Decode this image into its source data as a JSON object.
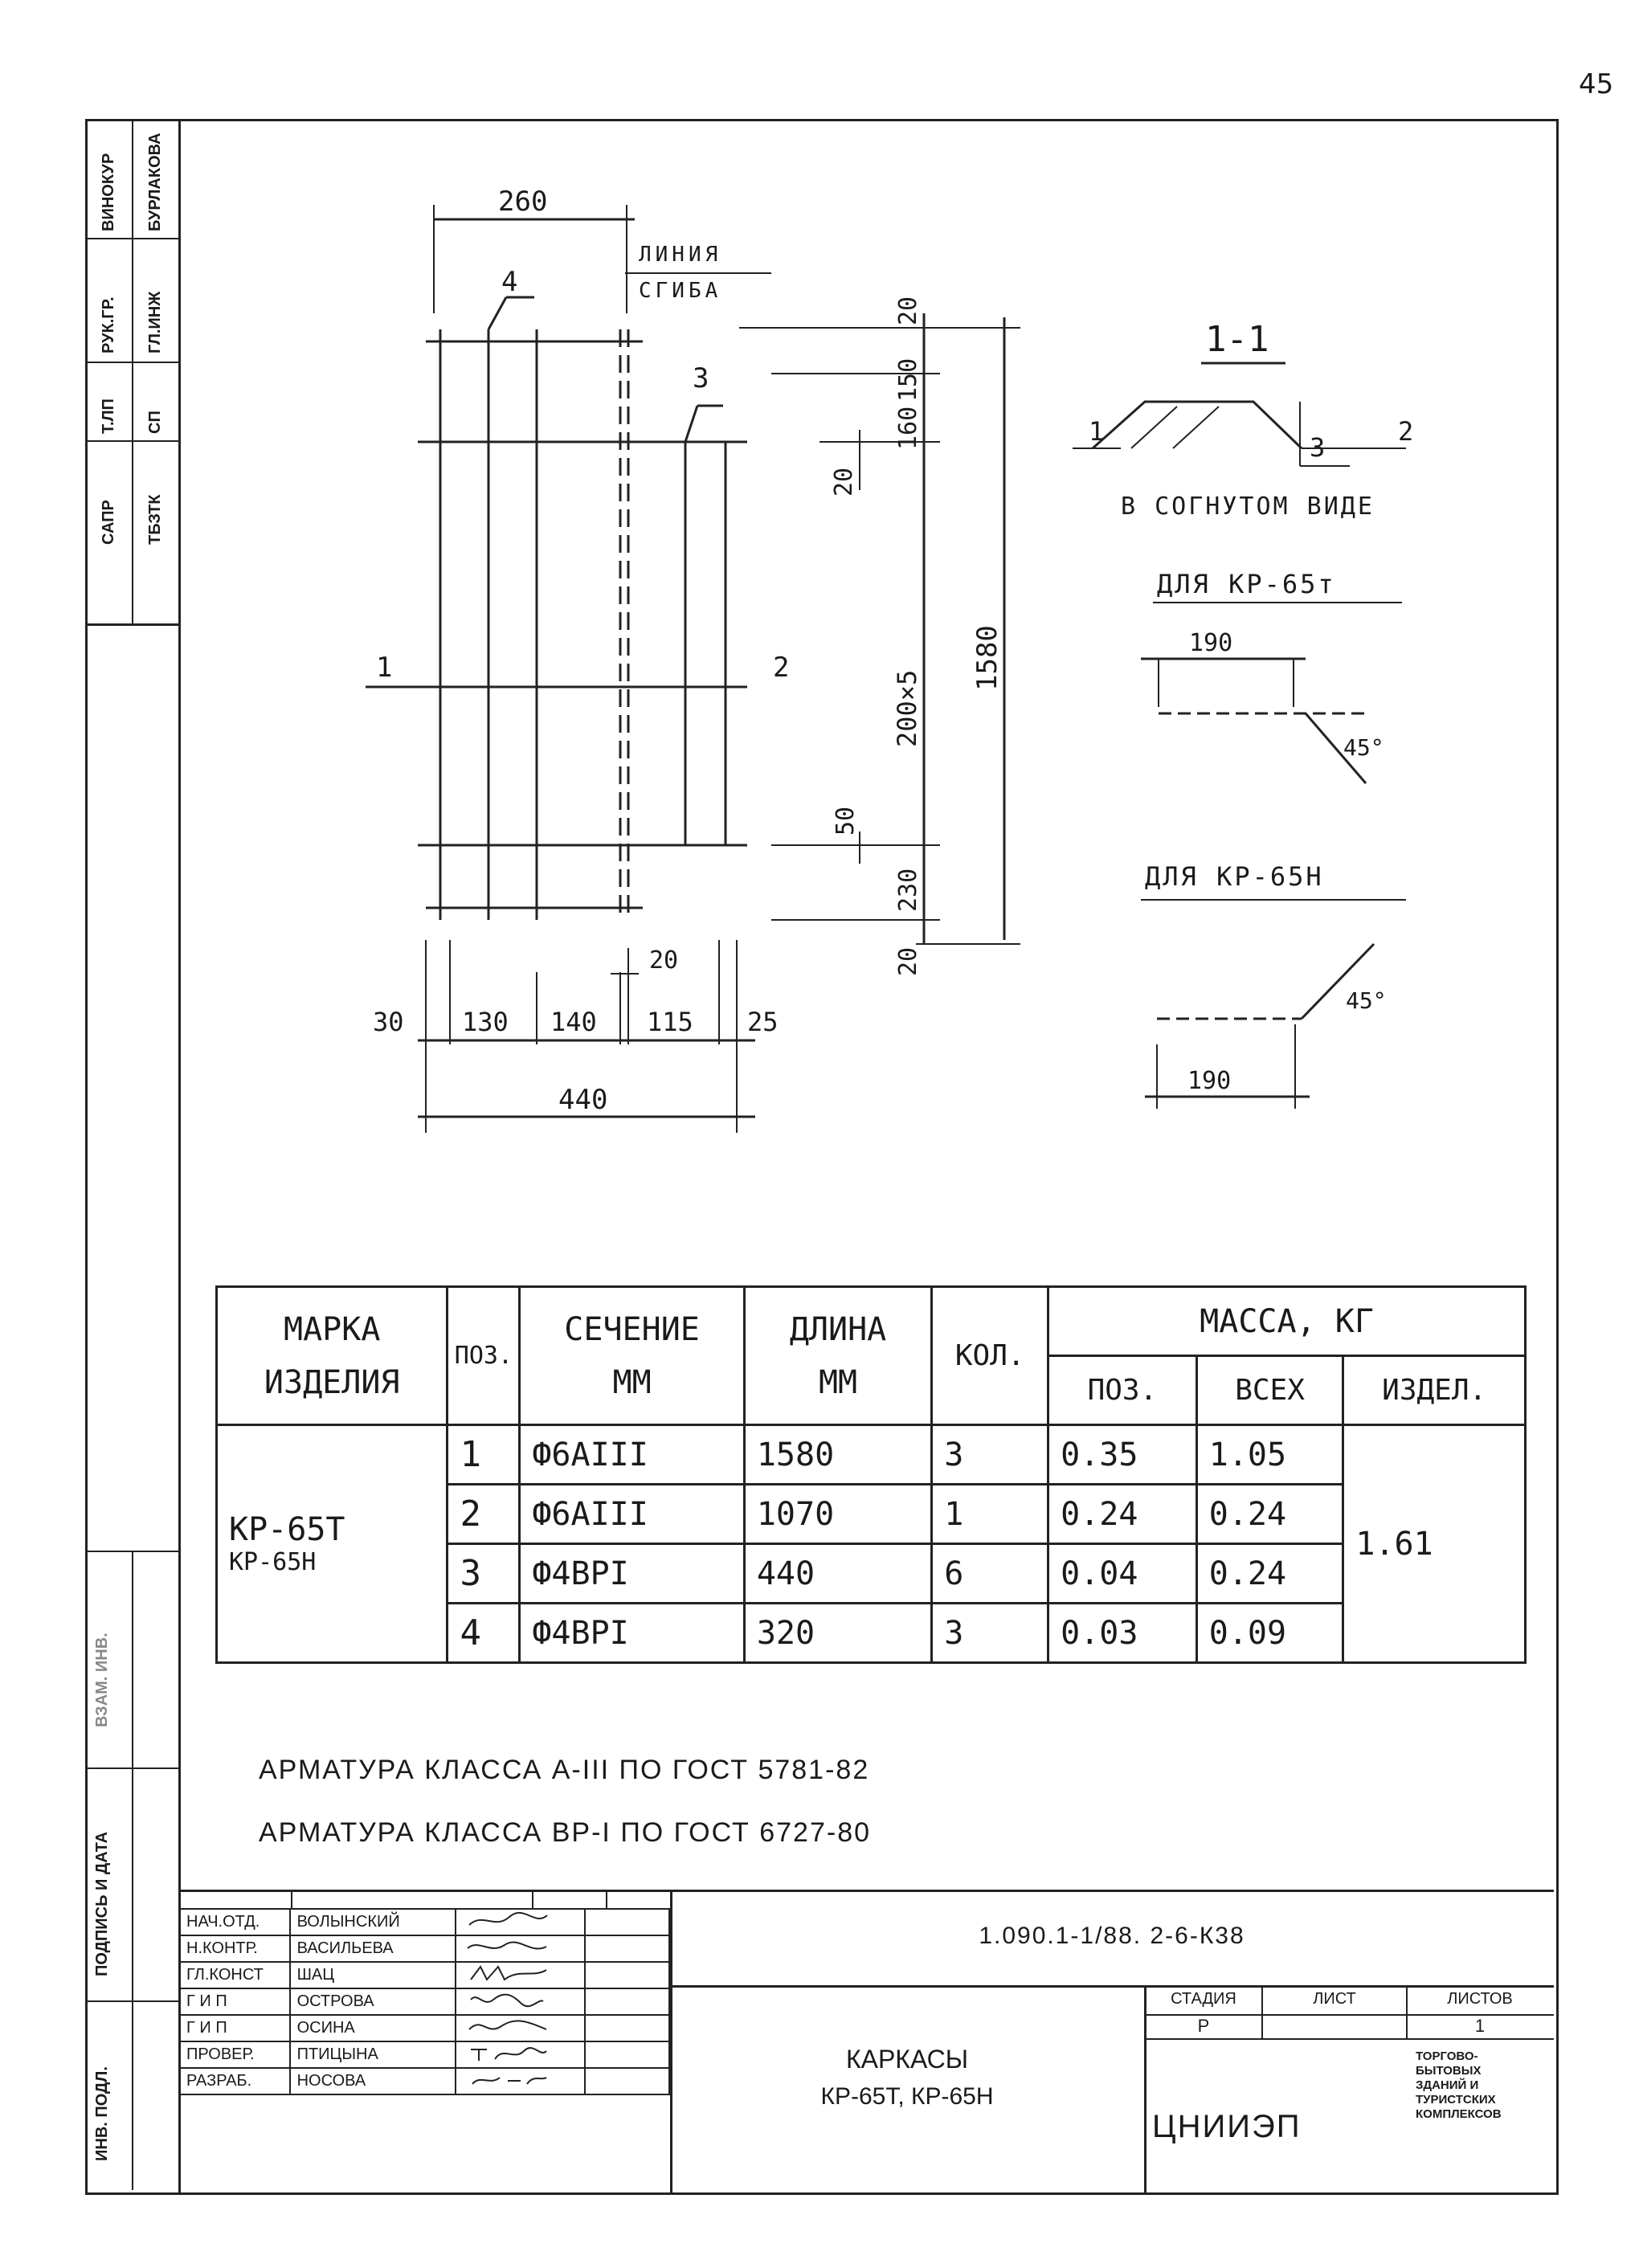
{
  "page_number": "45",
  "side_stamp": {
    "headers": [
      "ВИНОКУР",
      "РУК.ГР.",
      "Т.ЛП",
      "САПР"
    ],
    "values": [
      "БУРЛАКОВА",
      "ГЛ.ИНЖ",
      "СП",
      "ТБЗТК"
    ]
  },
  "left_margin_labels": [
    "ИНВ. ПОДЛ.",
    "ПОДПИСЬ И ДАТА",
    "ВЗАМ. ИНВ."
  ],
  "drawing": {
    "dims_top": [
      "260",
      "4",
      "3"
    ],
    "bend_line_label": [
      "ЛИНИЯ",
      "СГИБА"
    ],
    "positions": [
      "1",
      "2"
    ],
    "dims_bottom": [
      "30",
      "130",
      "140",
      "115",
      "25",
      "20",
      "440"
    ],
    "dims_vertical_inner": [
      "20",
      "50"
    ],
    "dims_vertical_right": [
      "20",
      "150",
      "160",
      "200×5",
      "230",
      "20",
      "1580"
    ]
  },
  "section": {
    "title": "1-1",
    "labels": [
      "1",
      "3",
      "2"
    ],
    "caption": "В СОГНУТОМ ВИДЕ",
    "variant_t_title": "ДЛЯ КР-65т",
    "variant_t_dim": "190",
    "variant_t_angle": "45°",
    "variant_n_title": "ДЛЯ КР-65Н",
    "variant_n_dim": "190",
    "variant_n_angle": "45°"
  },
  "spec_table": {
    "header": {
      "mark": [
        "МАРКА",
        "ИЗДЕЛИЯ"
      ],
      "pos": "ПОЗ.",
      "section": [
        "СЕЧЕНИЕ",
        "ММ"
      ],
      "length": [
        "ДЛИНА",
        "ММ"
      ],
      "qty": "КОЛ.",
      "mass": "МАССА, КГ",
      "mass_pos": "ПОЗ.",
      "mass_all": "ВСЕХ",
      "mass_item": "ИЗДЕЛ."
    },
    "mark": [
      "КР-65Т",
      "КР-65Н"
    ],
    "item_mass": "1.61",
    "rows": [
      {
        "pos": "1",
        "section": "Ф6АIII",
        "length": "1580",
        "qty": "3",
        "mass_pos": "0.35",
        "mass_all": "1.05"
      },
      {
        "pos": "2",
        "section": "Ф6АIII",
        "length": "1070",
        "qty": "1",
        "mass_pos": "0.24",
        "mass_all": "0.24"
      },
      {
        "pos": "3",
        "section": "Ф4ВРI",
        "length": "440",
        "qty": "6",
        "mass_pos": "0.04",
        "mass_all": "0.24"
      },
      {
        "pos": "4",
        "section": "Ф4ВРI",
        "length": "320",
        "qty": "3",
        "mass_pos": "0.03",
        "mass_all": "0.09"
      }
    ]
  },
  "notes": [
    "АРМАТУРА КЛАССА А-III ПО ГОСТ 5781-82",
    "АРМАТУРА КЛАССА ВР-I ПО ГОСТ 6727-80"
  ],
  "title_block": {
    "doc_code": "1.090.1-1/88. 2-6-К38",
    "staff": [
      {
        "role": "НАЧ.ОТД.",
        "name": "ВОЛЫНСКИЙ"
      },
      {
        "role": "Н.КОНТР.",
        "name": "ВАСИЛЬЕВА"
      },
      {
        "role": "ГЛ.КОНСТ",
        "name": "ШАЦ"
      },
      {
        "role": "Г И П",
        "name": "ОСТРОВА"
      },
      {
        "role": "Г И П",
        "name": "ОСИНА"
      },
      {
        "role": "ПРОВЕР.",
        "name": "ПТИЦЫНА"
      },
      {
        "role": "РАЗРАБ.",
        "name": "НОСОВА"
      }
    ],
    "title_line1": "КАРКАСЫ",
    "title_line2": "КР-65Т, КР-65Н",
    "stage_label": "СТАДИЯ",
    "sheet_label": "ЛИСТ",
    "sheets_label": "ЛИСТОВ",
    "stage_value": "Р",
    "sheet_value": "",
    "sheets_value": "1",
    "org": "ЦНИИЭП",
    "org_desc": [
      "ТОРГОВО-",
      "БЫТОВЫХ",
      "ЗДАНИЙ И",
      "ТУРИСТСКИХ",
      "КОМПЛЕКСОВ"
    ]
  }
}
